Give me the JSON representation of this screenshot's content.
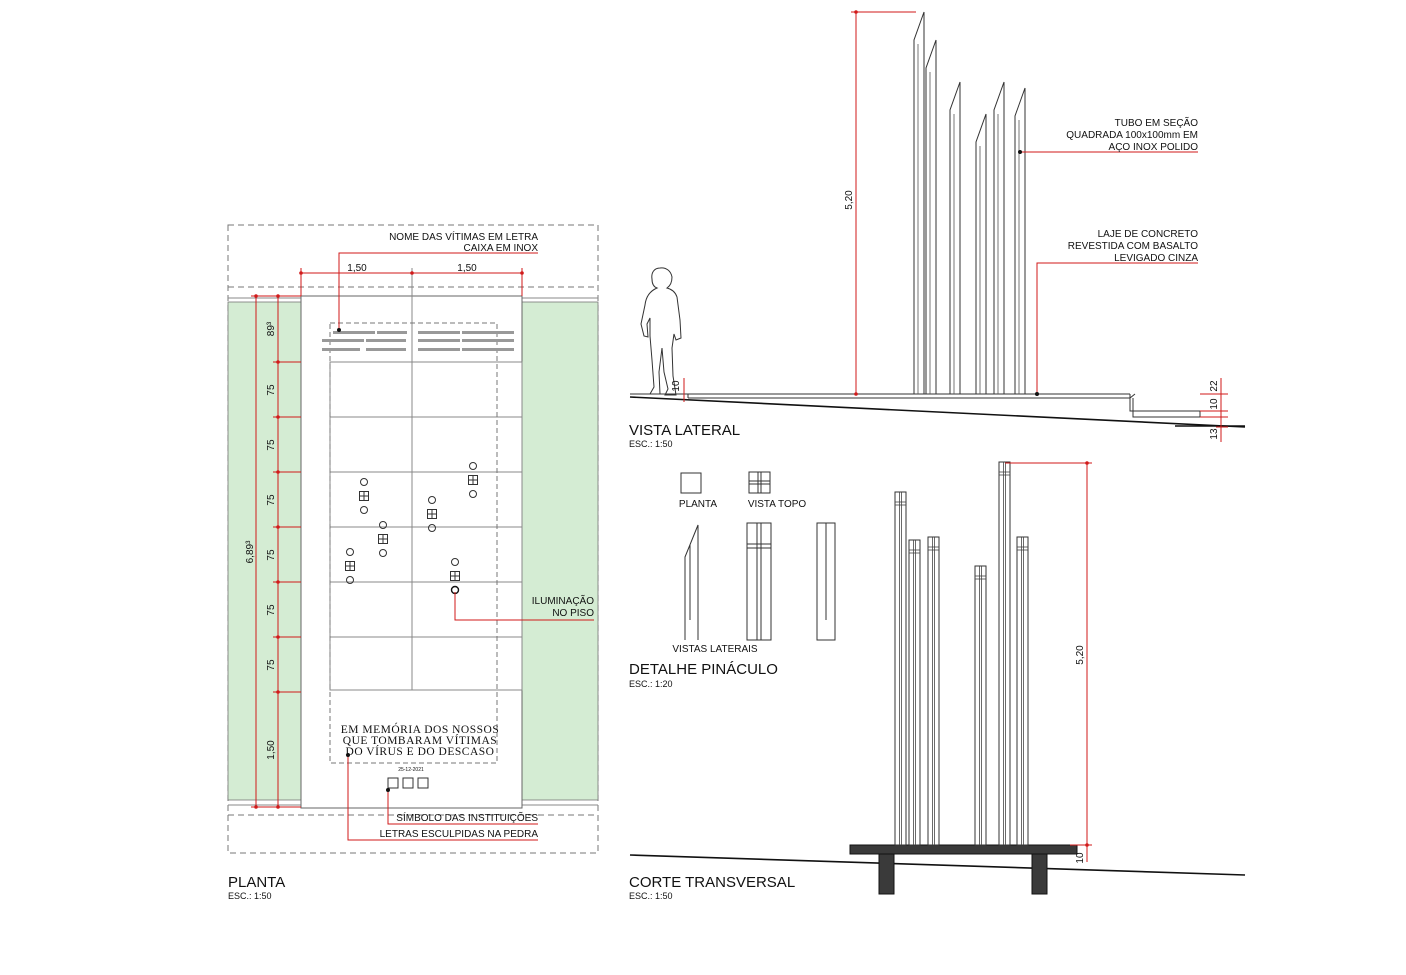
{
  "colors": {
    "dimension_red": "#d11a1a",
    "grass_green": "#d4ecd3",
    "line_gray": "#555555",
    "dark_concrete": "#3a3a3a"
  },
  "planta": {
    "title": "PLANTA",
    "scale": "ESC.: 1:50",
    "dims": {
      "top_left": "1,50",
      "top_right": "1,50",
      "total": "6,89³",
      "segments": [
        "89³",
        "75",
        "75",
        "75",
        "75",
        "75",
        "75",
        "1,50"
      ]
    },
    "notes": {
      "names_line1": "NOME DAS VÍTIMAS EM LETRA",
      "names_line2": "CAIXA EM INOX",
      "lighting_line1": "ILUMINAÇÃO",
      "lighting_line2": "NO PISO",
      "symbol": "SÍMBOLO DAS INSTITUIÇÕES",
      "letters": "LETRAS ESCULPIDAS NA PEDRA"
    },
    "inscription": {
      "line1": "EM MEMÓRIA DOS NOSSOS",
      "line2": "QUE TOMBARAM VÍTIMAS",
      "line3": "DO VÍRUS E DO DESCASO",
      "date": "25-12-2021"
    }
  },
  "vista_lateral": {
    "title": "VISTA LATERAL",
    "scale": "ESC.: 1:50",
    "dims": {
      "height": "5,20",
      "slab_left": "10",
      "right_22": "22",
      "right_10": "10",
      "right_13": "13"
    },
    "notes": {
      "tube_line1": "TUBO EM SEÇÃO",
      "tube_line2": "QUADRADA 100x100mm EM",
      "tube_line3": "AÇO INOX POLIDO",
      "slab_line1": "LAJE DE CONCRETO",
      "slab_line2": "REVESTIDA COM BASALTO",
      "slab_line3": "LEVIGADO CINZA"
    }
  },
  "detalhe_pinaculo": {
    "title": "DETALHE PINÁCULO",
    "scale": "ESC.: 1:20",
    "labels": {
      "planta": "PLANTA",
      "vista_topo": "VISTA TOPO",
      "vistas_laterais": "VISTAS LATERAIS"
    }
  },
  "corte_transversal": {
    "title": "CORTE TRANSVERSAL",
    "scale": "ESC.: 1:50",
    "dims": {
      "height": "5,20",
      "slab": "10"
    }
  }
}
